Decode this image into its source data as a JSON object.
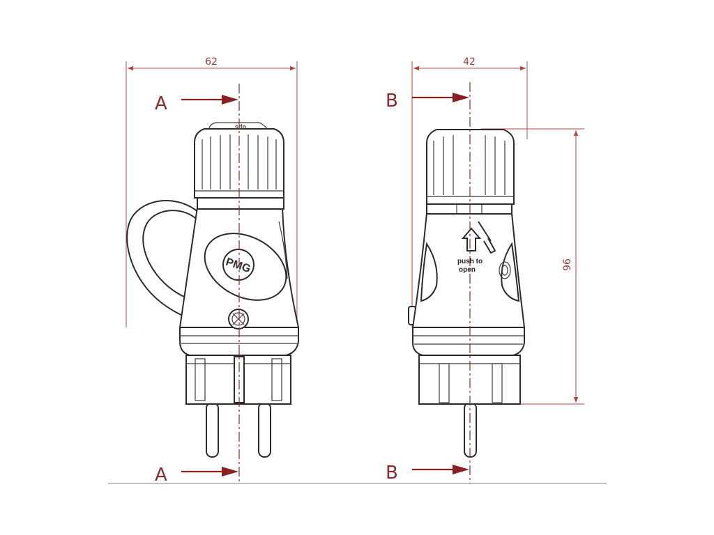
{
  "dimensions": {
    "width_left": "62",
    "width_right": "42",
    "height_right": "96"
  },
  "sections": {
    "left_top": "A",
    "left_bottom": "A",
    "right_top": "B",
    "right_bottom": "B"
  },
  "labels": {
    "push_to_open_line1": "push to",
    "push_to_open_line2": "open",
    "logo": "PMG",
    "cap_engraving": "ups"
  },
  "colors": {
    "outline": "#2b2b2b",
    "dimension": "#b04545",
    "section_arrow": "#8a1f1f"
  }
}
